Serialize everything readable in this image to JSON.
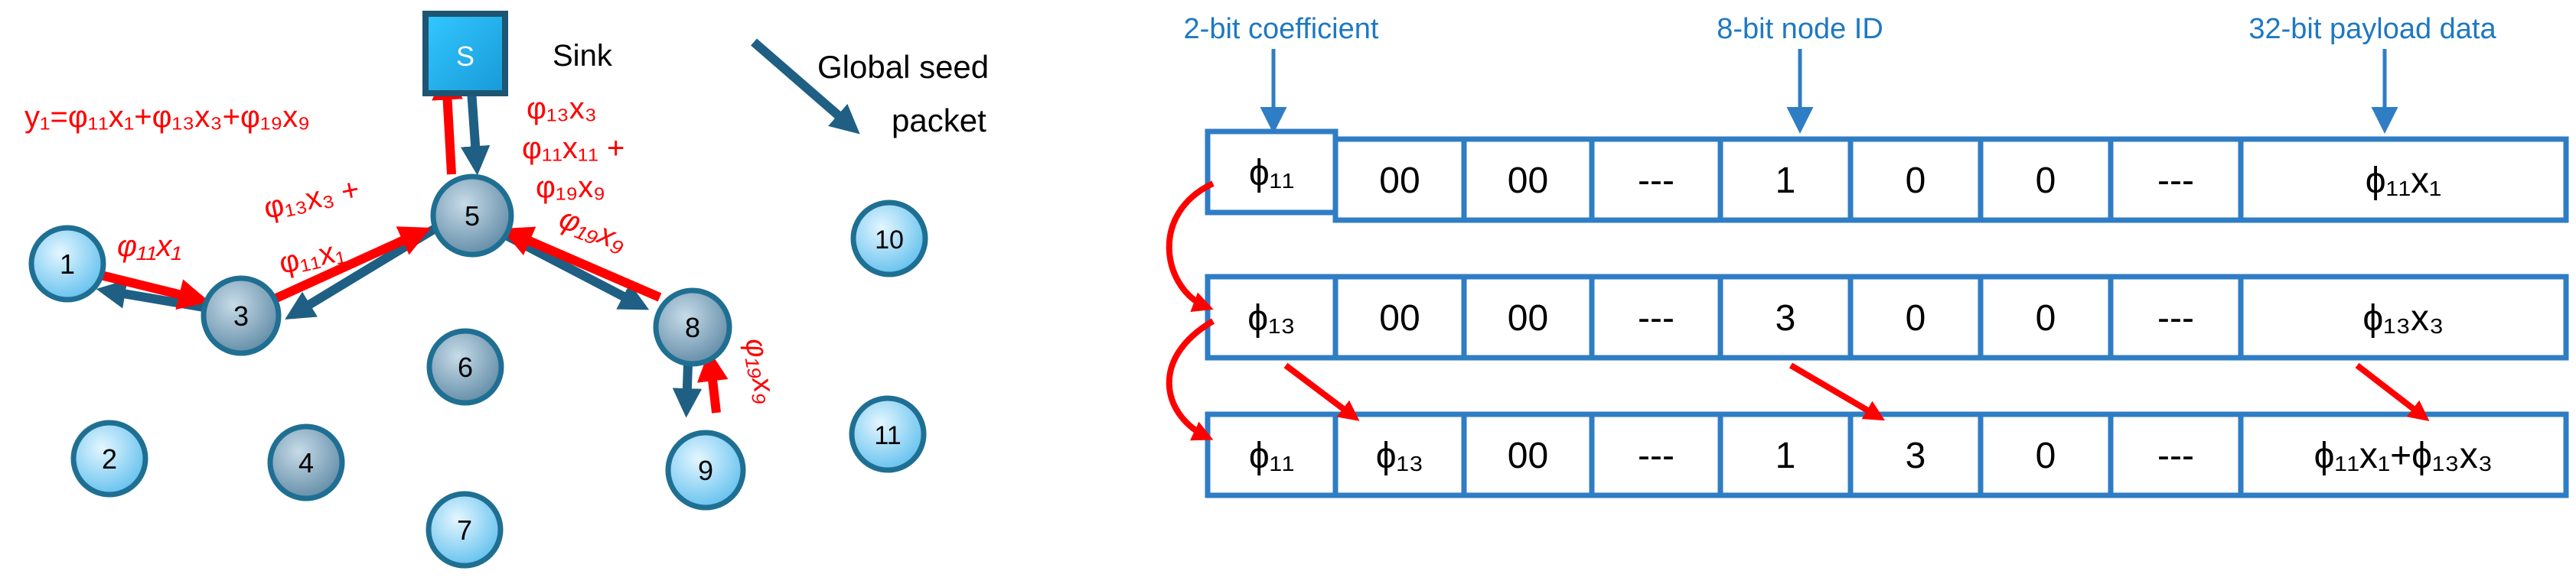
{
  "colors": {
    "blue_arrow": "#1f5f84",
    "red": "#ff0000",
    "node_light": "#8fd4f6",
    "node_dark": "#7fa6bd",
    "node_stroke": "#1f6f93",
    "label_blue": "#1e78c2",
    "cell_stroke": "#2f7dc4"
  },
  "network": {
    "sink_symbol": "S",
    "sink_label": "Sink",
    "legend_line1": "Global seed",
    "legend_line2": "packet",
    "equation": "y₁=φ₁₁x₁+φ₁₃x₃+φ₁₉x₉",
    "nodes": [
      "1",
      "2",
      "3",
      "4",
      "5",
      "6",
      "7",
      "8",
      "9",
      "10",
      "11"
    ],
    "ann_1_3": "φ₁₁x₁",
    "ann_3_5_a": "φ₁₃x₃ +",
    "ann_3_5_b": "φ₁₁x₁",
    "ann_5_S_a": "φ₁₃x₃",
    "ann_5_S_b": "φ₁₁x₁₁ +",
    "ann_5_S_c": "φ₁₉x₉",
    "ann_8_5": "φ₁₉x₉",
    "ann_9_8": "φ₁₉x₉"
  },
  "packet": {
    "header_coefficient": "2-bit coefficient",
    "header_node_id": "8-bit node ID",
    "header_payload": "32-bit payload data",
    "rows": [
      [
        "ϕ₁₁",
        "00",
        "00",
        "---",
        "1",
        "0",
        "0",
        "---",
        "ϕ₁₁x₁"
      ],
      [
        "ϕ₁₃",
        "00",
        "00",
        "---",
        "3",
        "0",
        "0",
        "---",
        "ϕ₁₃x₃"
      ],
      [
        "ϕ₁₁",
        "ϕ₁₃",
        "00",
        "---",
        "1",
        "3",
        "0",
        "---",
        "ϕ₁₁x₁+ϕ₁₃x₃"
      ]
    ]
  }
}
